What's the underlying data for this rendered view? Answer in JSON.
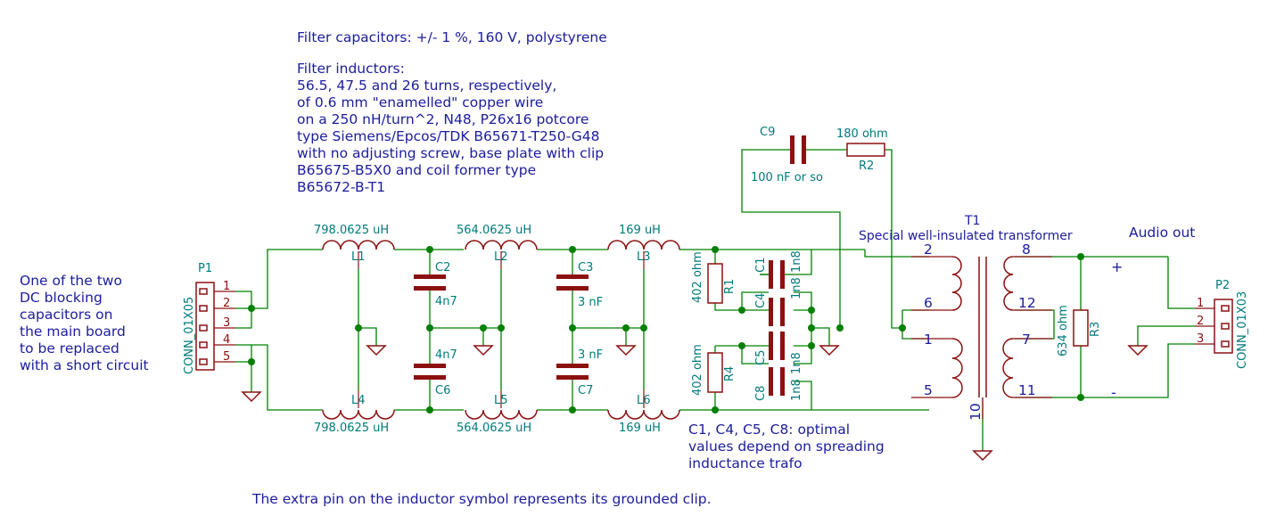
{
  "notes": {
    "filter_caps": "Filter capacitors: +/- 1 %, 160 V, polystyrene",
    "inductors_lines": [
      "Filter inductors:",
      "56.5, 47.5 and 26 turns, respectively,",
      "of 0.6 mm \"enamelled\" copper wire",
      "on a 250 nH/turn^2, N48, P26x16 potcore",
      "type Siemens/Epcos/TDK B65671-T250-G48",
      "with no adjusting screw, base plate with clip",
      "B65675-B5X0 and coil former type",
      "B65672-B-T1"
    ],
    "dc_blocking_lines": [
      "One of the two",
      "DC blocking",
      "capacitors on",
      "the main board",
      "to be replaced",
      "with a short circuit"
    ],
    "optimal_lines": [
      "C1, C4, C5, C8: optimal",
      "values depend on spreading",
      "inductance trafo"
    ],
    "extra_pin": "The extra pin on the inductor symbol represents its grounded clip.",
    "audio_out": "Audio out",
    "plus": "+",
    "minus": "-"
  },
  "connectors": {
    "p1": {
      "ref": "P1",
      "value": "CONN_01X05",
      "pins": [
        "1",
        "2",
        "3",
        "4",
        "5"
      ]
    },
    "p2": {
      "ref": "P2",
      "value": "CONN_01X03",
      "pins": [
        "1",
        "2",
        "3"
      ]
    }
  },
  "inductors": {
    "l1": {
      "ref": "L1",
      "value": "798.0625 uH"
    },
    "l2": {
      "ref": "L2",
      "value": "564.0625 uH"
    },
    "l3": {
      "ref": "L3",
      "value": "169 uH"
    },
    "l4": {
      "ref": "L4",
      "value": "798.0625 uH"
    },
    "l5": {
      "ref": "L5",
      "value": "564.0625 uH"
    },
    "l6": {
      "ref": "L6",
      "value": "169 uH"
    }
  },
  "capacitors": {
    "c2": {
      "ref": "C2",
      "value": "4n7"
    },
    "c6": {
      "ref": "C6",
      "value": "4n7"
    },
    "c3": {
      "ref": "C3",
      "value": "3 nF"
    },
    "c7": {
      "ref": "C7",
      "value": "3 nF"
    },
    "c1": {
      "ref": "C1",
      "value": "1n8"
    },
    "c4": {
      "ref": "C4",
      "value": "1n8"
    },
    "c5": {
      "ref": "C5",
      "value": "1n8"
    },
    "c8": {
      "ref": "C8",
      "value": "1n8"
    },
    "c9": {
      "ref": "C9",
      "value": "100 nF or so"
    }
  },
  "resistors": {
    "r1": {
      "ref": "R1",
      "value": "402 ohm"
    },
    "r4": {
      "ref": "R4",
      "value": "402 ohm"
    },
    "r2": {
      "ref": "R2",
      "value": "180 ohm"
    },
    "r3": {
      "ref": "R3",
      "value": "634 ohm"
    }
  },
  "transformer": {
    "ref": "T1",
    "value": "Special well-insulated transformer",
    "pins": {
      "p2": "2",
      "p6": "6",
      "p1": "1",
      "p5": "5",
      "p8": "8",
      "p12": "12",
      "p7": "7",
      "p11": "11",
      "p10": "10"
    }
  }
}
